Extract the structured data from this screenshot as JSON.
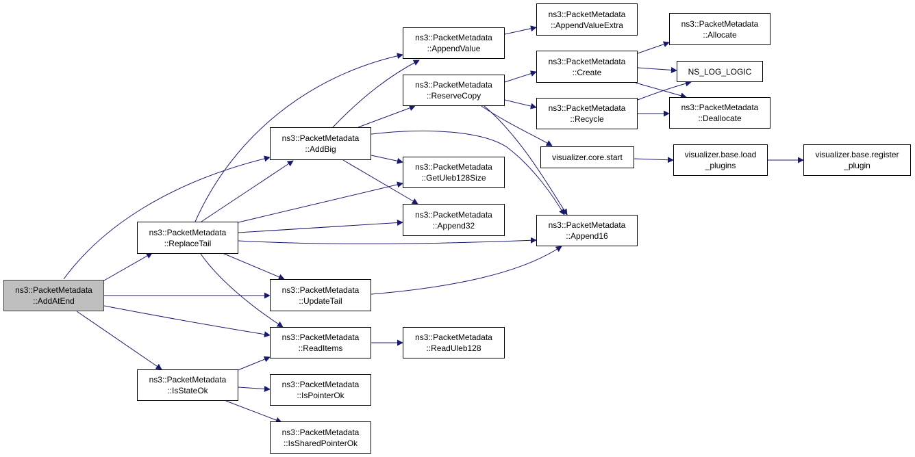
{
  "colors": {
    "edge": "#191970",
    "border": "#000000",
    "root_fill": "#bfbfbf",
    "node_fill": "#ffffff"
  },
  "nodes": {
    "add_at_end": {
      "line1": "ns3::PacketMetadata",
      "line2": "::AddAtEnd"
    },
    "replace_tail": {
      "line1": "ns3::PacketMetadata",
      "line2": "::ReplaceTail"
    },
    "is_state_ok": {
      "line1": "ns3::PacketMetadata",
      "line2": "::IsStateOk"
    },
    "add_big": {
      "line1": "ns3::PacketMetadata",
      "line2": "::AddBig"
    },
    "update_tail": {
      "line1": "ns3::PacketMetadata",
      "line2": "::UpdateTail"
    },
    "read_items": {
      "line1": "ns3::PacketMetadata",
      "line2": "::ReadItems"
    },
    "is_pointer_ok": {
      "line1": "ns3::PacketMetadata",
      "line2": "::IsPointerOk"
    },
    "is_shared_pointer_ok": {
      "line1": "ns3::PacketMetadata",
      "line2": "::IsSharedPointerOk"
    },
    "append_value": {
      "line1": "ns3::PacketMetadata",
      "line2": "::AppendValue"
    },
    "reserve_copy": {
      "line1": "ns3::PacketMetadata",
      "line2": "::ReserveCopy"
    },
    "get_uleb128_size": {
      "line1": "ns3::PacketMetadata",
      "line2": "::GetUleb128Size"
    },
    "append32": {
      "line1": "ns3::PacketMetadata",
      "line2": "::Append32"
    },
    "read_uleb128": {
      "line1": "ns3::PacketMetadata",
      "line2": "::ReadUleb128"
    },
    "append_value_extra": {
      "line1": "ns3::PacketMetadata",
      "line2": "::AppendValueExtra"
    },
    "create": {
      "line1": "ns3::PacketMetadata",
      "line2": "::Create"
    },
    "recycle": {
      "line1": "ns3::PacketMetadata",
      "line2": "::Recycle"
    },
    "visualizer_core_start": {
      "line1": "visualizer.core.start"
    },
    "append16": {
      "line1": "ns3::PacketMetadata",
      "line2": "::Append16"
    },
    "allocate": {
      "line1": "ns3::PacketMetadata",
      "line2": "::Allocate"
    },
    "ns_log_logic": {
      "line1": "NS_LOG_LOGIC"
    },
    "deallocate": {
      "line1": "ns3::PacketMetadata",
      "line2": "::Deallocate"
    },
    "load_plugins": {
      "line1": "visualizer.base.load",
      "line2": "_plugins"
    },
    "register_plugin": {
      "line1": "visualizer.base.register",
      "line2": "_plugin"
    }
  }
}
